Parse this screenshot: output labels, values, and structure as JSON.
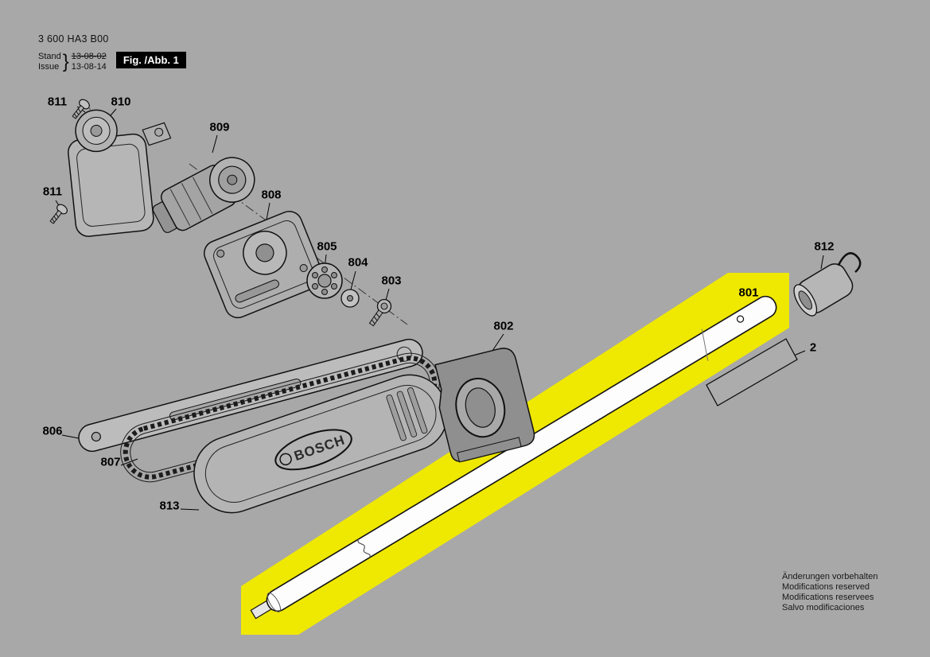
{
  "page": {
    "background_color": "#a8a8a8",
    "highlight_color": "#efe800"
  },
  "header": {
    "part_code": "3 600 HA3 B00",
    "stand_label": "Stand",
    "issue_label": "Issue",
    "brace": "}",
    "date_old": "13-08-02",
    "date_new": "13-08-14",
    "figure_label": "Fig. /Abb. 1"
  },
  "diagram": {
    "brand": "BOSCH",
    "highlighted_part": "801"
  },
  "callouts": [
    {
      "id": "811"
    },
    {
      "id": "810"
    },
    {
      "id": "809"
    },
    {
      "id": "811"
    },
    {
      "id": "808"
    },
    {
      "id": "805"
    },
    {
      "id": "804"
    },
    {
      "id": "803"
    },
    {
      "id": "802"
    },
    {
      "id": "801"
    },
    {
      "id": "812"
    },
    {
      "id": "2"
    },
    {
      "id": "806"
    },
    {
      "id": "807"
    },
    {
      "id": "813"
    }
  ],
  "footer": {
    "lines": [
      "Änderungen vorbehalten",
      "Modifications reserved",
      "Modifications reservees",
      "Salvo modificaciones"
    ]
  }
}
